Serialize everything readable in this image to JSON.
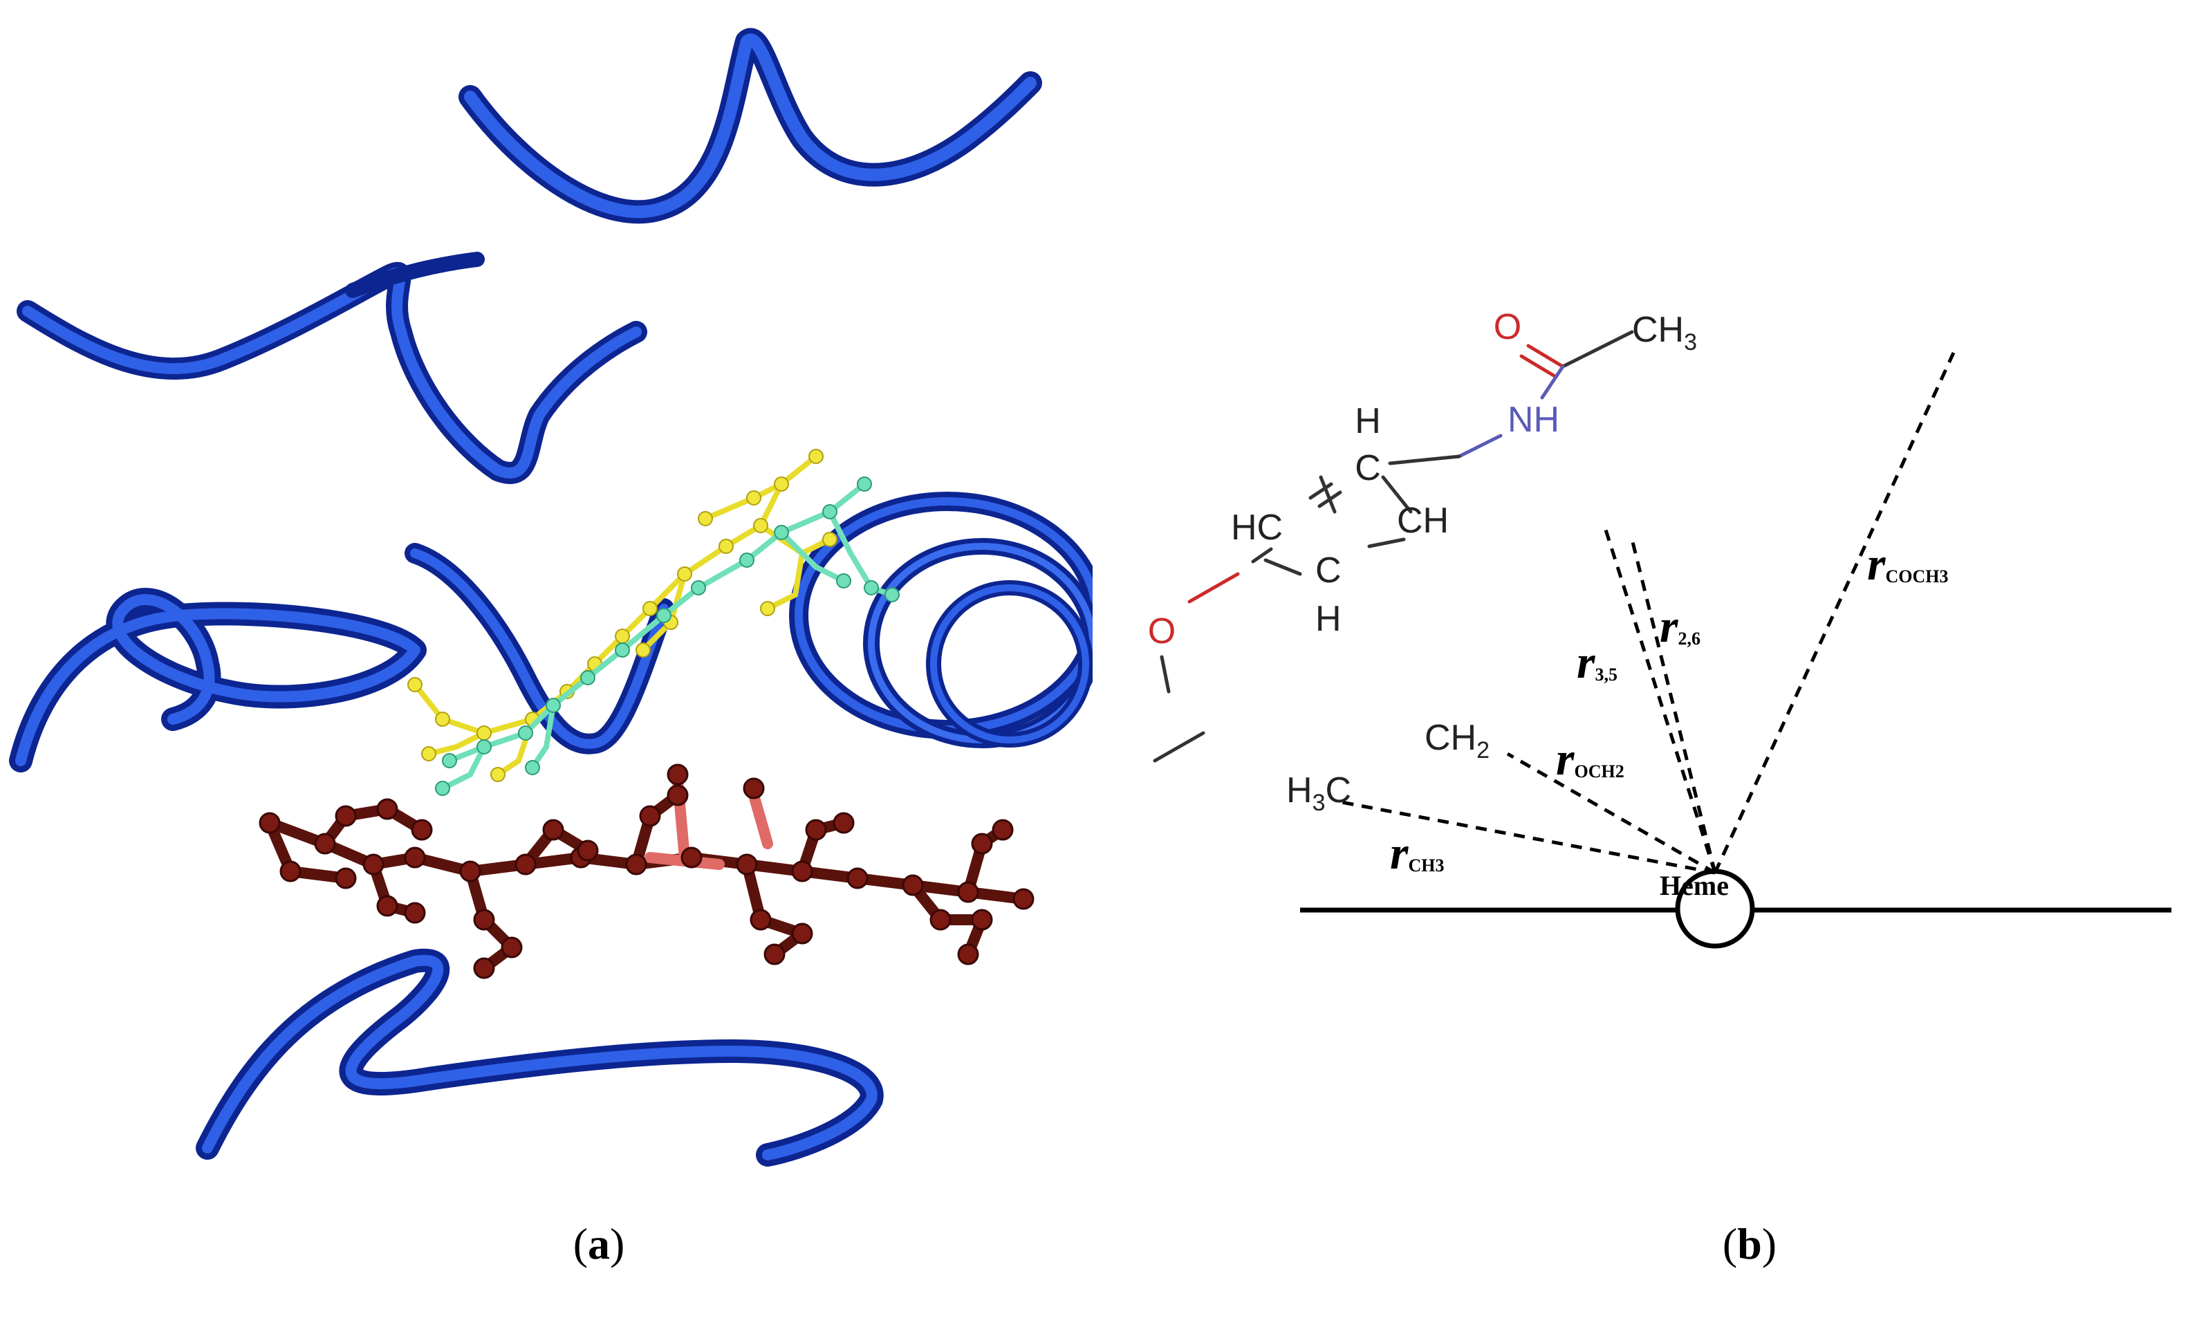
{
  "panels": [
    {
      "id": "a",
      "caption_open": "(",
      "caption_letter": "a",
      "caption_close": ")"
    },
    {
      "id": "b",
      "caption_open": "(",
      "caption_letter": "b",
      "caption_close": ")"
    }
  ],
  "panel_a": {
    "components": [
      "protein-helix-ribbons",
      "ligand-yellow",
      "ligand-cyan",
      "heme-group"
    ],
    "colors": {
      "ribbon": "#1a3fc0",
      "ribbon_light": "#3a6cf0",
      "ligand_yellow": "#f0e63c",
      "ligand_cyan": "#6fe0b8",
      "heme": "#7a1a12",
      "heme_highlight": "#e06a66"
    }
  },
  "panel_b": {
    "atoms": {
      "oxygen_carbonyl": "O",
      "methyl_acetyl": {
        "main": "CH",
        "sub": "3"
      },
      "nh": "NH",
      "h_top": "H",
      "c_top": "C",
      "ch_right": "CH",
      "hc_left": "HC",
      "c_mid": "C",
      "h_mid": "H",
      "oxygen_ether": "O",
      "ch2": {
        "main": "CH",
        "sub": "2"
      },
      "h3c": {
        "pre": "H",
        "sub": "3",
        "post": "C"
      }
    },
    "distances": [
      {
        "main": "r",
        "sub": "COCH3"
      },
      {
        "main": "r",
        "sub": "2,6"
      },
      {
        "main": "r",
        "sub": "3,5"
      },
      {
        "main": "r",
        "sub": "OCH2"
      },
      {
        "main": "r",
        "sub": "CH3"
      }
    ],
    "heme_label": "Heme",
    "colors": {
      "oxygen": "#e03030",
      "nitrogen": "#5a5ab8",
      "carbon": "#222222",
      "line": "#000000"
    }
  }
}
